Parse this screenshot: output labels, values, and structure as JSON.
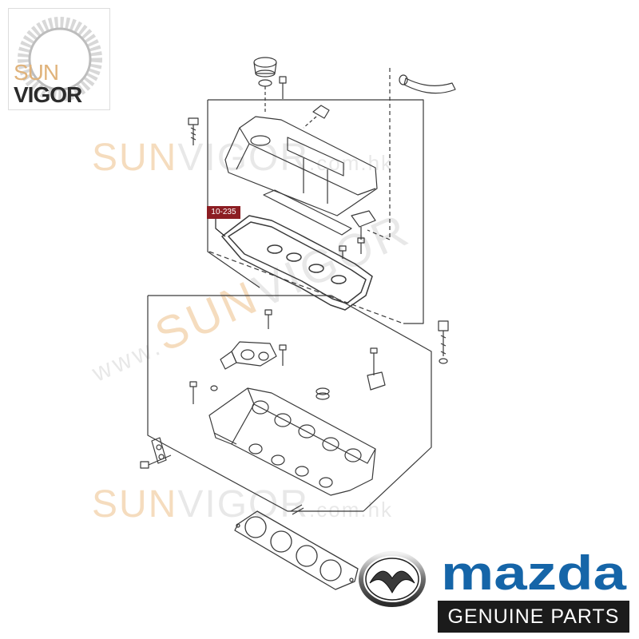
{
  "logo": {
    "line1": "SUN",
    "line2": "VIGOR"
  },
  "watermark": {
    "brand_left": "SUN",
    "brand_right": "VIGOR",
    "domain": ".com.hk",
    "prefix": "www."
  },
  "callout": {
    "part_number": "10-235"
  },
  "brand": {
    "name": "mazda",
    "tagline": "GENUINE PARTS"
  },
  "colors": {
    "callout": "#8c1d22",
    "mazda_blue": "#1565a8",
    "tagline_bg": "#1b1b1b",
    "sun_orange": "#e0b37b"
  },
  "icons": [
    "sunvigor-logo",
    "mazda-emblem-icon"
  ]
}
